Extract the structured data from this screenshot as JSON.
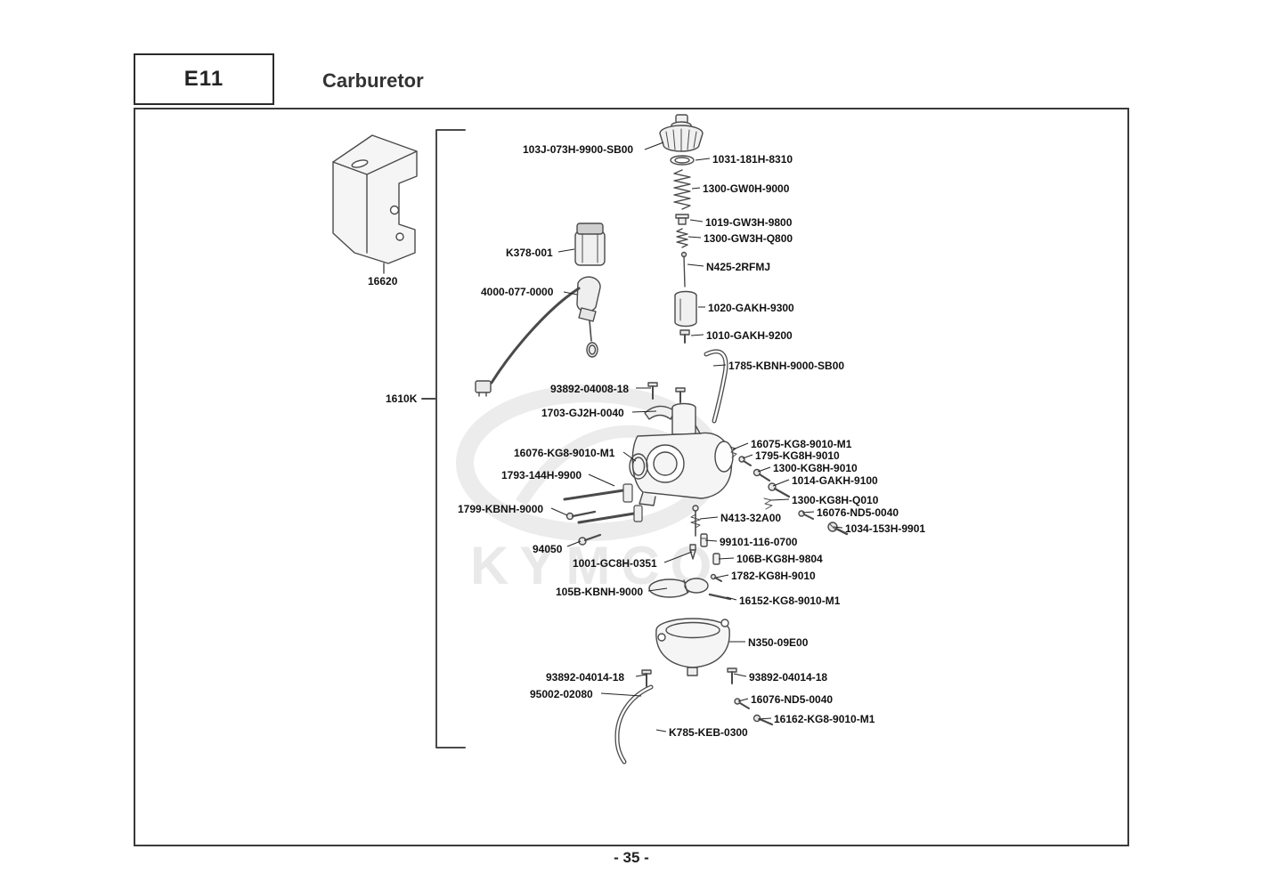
{
  "page": {
    "code": "E11",
    "title": "Carburetor",
    "page_number": "- 35 -",
    "watermark": "KYMCO"
  },
  "diagram": {
    "labels": [
      {
        "text": "103J-073H-9900-SB00"
      },
      {
        "text": "1031-181H-8310"
      },
      {
        "text": "1300-GW0H-9000"
      },
      {
        "text": "1019-GW3H-9800"
      },
      {
        "text": "1300-GW3H-Q800"
      },
      {
        "text": "N425-2RFMJ"
      },
      {
        "text": "1020-GAKH-9300"
      },
      {
        "text": "1010-GAKH-9200"
      },
      {
        "text": "1785-KBNH-9000-SB00"
      },
      {
        "text": "93892-04008-18"
      },
      {
        "text": "1703-GJ2H-0040"
      },
      {
        "text": "16075-KG8-9010-M1"
      },
      {
        "text": "1795-KG8H-9010"
      },
      {
        "text": "1300-KG8H-9010"
      },
      {
        "text": "1014-GAKH-9100"
      },
      {
        "text": "16076-KG8-9010-M1"
      },
      {
        "text": "1793-144H-9900"
      },
      {
        "text": "1300-KG8H-Q010"
      },
      {
        "text": "16076-ND5-0040"
      },
      {
        "text": "1034-153H-9901"
      },
      {
        "text": "1799-KBNH-9000"
      },
      {
        "text": "N413-32A00"
      },
      {
        "text": "94050"
      },
      {
        "text": "99101-116-0700"
      },
      {
        "text": "1001-GC8H-0351"
      },
      {
        "text": "106B-KG8H-9804"
      },
      {
        "text": "1782-KG8H-9010"
      },
      {
        "text": "105B-KBNH-9000"
      },
      {
        "text": "16152-KG8-9010-M1"
      },
      {
        "text": "N350-09E00"
      },
      {
        "text": "93892-04014-18"
      },
      {
        "text": "93892-04014-18"
      },
      {
        "text": "95002-02080"
      },
      {
        "text": "16076-ND5-0040"
      },
      {
        "text": "16162-KG8-9010-M1"
      },
      {
        "text": "K785-KEB-0300"
      },
      {
        "text": "K378-001"
      },
      {
        "text": "4000-077-0000"
      },
      {
        "text": "16620"
      },
      {
        "text": "1610K"
      }
    ]
  }
}
